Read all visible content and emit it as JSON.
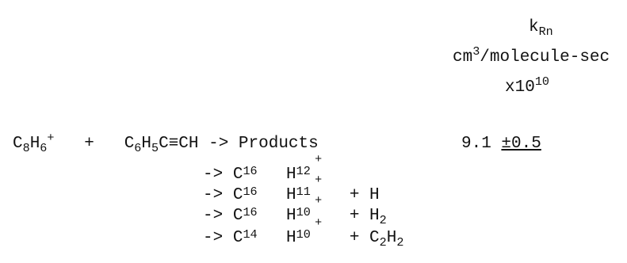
{
  "header": {
    "k_symbol": "k",
    "k_sub": "Rn",
    "unit_base": "cm",
    "unit_exp": "3",
    "unit_rest": "/molecule-sec",
    "scale_base": "x10",
    "scale_exp": "10"
  },
  "reaction": {
    "reactant1_el1": "C",
    "reactant1_n1": "8",
    "reactant1_el2": "H",
    "reactant1_n2": "6",
    "reactant1_charge": "+",
    "plus": "+",
    "reactant2_prefix": "C",
    "reactant2_n1": "6",
    "reactant2_el2": "H",
    "reactant2_n2": "5",
    "reactant2_rest": "C≡CH",
    "arrow": "->",
    "products_label": "Products",
    "rate_value": "9.1",
    "rate_pm": "±0.5"
  },
  "channels": [
    {
      "arrow": "->",
      "c": "C",
      "cn": "16",
      "h": "H",
      "hn": "12",
      "charge": "+",
      "extra": ""
    },
    {
      "arrow": "->",
      "c": "C",
      "cn": "16",
      "h": "H",
      "hn": "11",
      "charge": "+",
      "extra": "+ H"
    },
    {
      "arrow": "->",
      "c": "C",
      "cn": "16",
      "h": "H",
      "hn": "10",
      "charge": "+",
      "extra": "+ H",
      "extra_sub": "2"
    },
    {
      "arrow": "->",
      "c": "C",
      "cn": "14",
      "h": "H",
      "hn": "10",
      "charge": "+",
      "extra": "+ C",
      "extra_sub": "2",
      "extra2": "H",
      "extra2_sub": "2"
    }
  ]
}
